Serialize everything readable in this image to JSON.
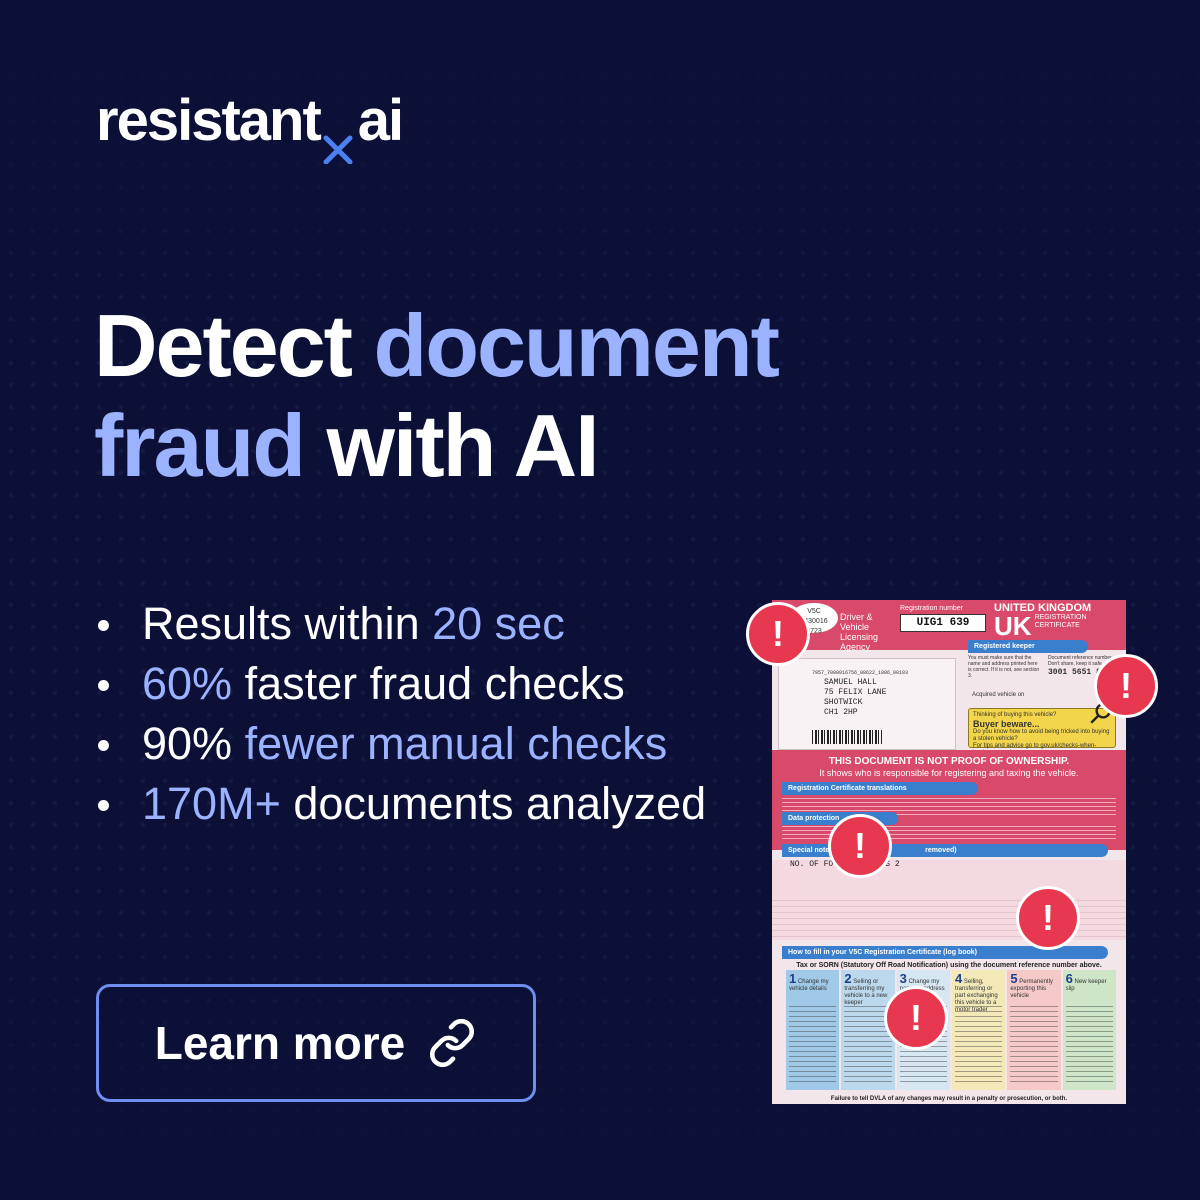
{
  "brand": {
    "name_part1": "resistant",
    "name_part2": "ai"
  },
  "headline": {
    "w1": "Detect",
    "w2": "document",
    "w3": "fraud",
    "w4": "with AI"
  },
  "bullets": [
    {
      "plain_before": "Results within ",
      "accent": "20 sec",
      "plain_after": ""
    },
    {
      "plain_before": "",
      "accent": "60%",
      "plain_after": " faster fraud checks"
    },
    {
      "plain_before": "90% ",
      "accent": "fewer manual checks",
      "plain_after": ""
    },
    {
      "plain_before": "",
      "accent": "170M+",
      "plain_after": " documents analyzed"
    }
  ],
  "cta": {
    "label": "Learn more",
    "icon": "link-icon"
  },
  "document": {
    "vsc": "V5C",
    "vsc_num": "4430016",
    "vsc_sub": "0723",
    "agency": "Driver & Vehicle Licensing Agency",
    "reg_label": "Registration number",
    "reg_number": "UIG1 639",
    "uk_line1": "UNITED KINGDOM",
    "uk_line2": "UK",
    "uk_line3": "REGISTRATION CERTIFICATE",
    "registered_keeper": "Registered keeper",
    "keeper_note": "You must make sure that the name and address printed here is correct. If it is not, see section 3.",
    "ref_label": "Document reference number",
    "ref_note": "Don't share, keep it safe",
    "ref_number": "3001 5651 86",
    "acquired": "Acquired vehicle on",
    "keeper_code": "7957_7000016756_08622_1086_00103",
    "keeper_name": "SAMUEL HALL",
    "keeper_addr1": "75 FELIX LANE",
    "keeper_addr2": "SHOTWICK",
    "keeper_addr3": "CH1 2HP",
    "buyer_q": "Thinking of buying this vehicle?",
    "buyer_beware": "Buyer beware...",
    "buyer_sub": "Do you know how to avoid being tricked into buying a stolen vehicle?",
    "buyer_link": "For tips and advice go to gov.uk/checks-when-buying-a-used-car",
    "not_proof": "THIS DOCUMENT IS NOT PROOF OF OWNERSHIP.",
    "not_proof_sub": "It shows who is responsible for registering and taxing the vehicle.",
    "translations": "Registration Certificate translations",
    "data_protection": "Data protection",
    "special_notes": "Special notes",
    "removed": "removed)",
    "notes_line": "NO. OF FO",
    "notes_line_end": "S 2",
    "howto": "How to fill in your V5C Registration Certificate (log book)",
    "howto_sub": "Tax or SORN (Statutory Off Road Notification) using the document reference number above.",
    "steps": [
      {
        "num": "1",
        "title": "Change my vehicle details",
        "color": "#9fc9e6"
      },
      {
        "num": "2",
        "title": "Selling or transferring my vehicle to a new keeper",
        "color": "#bcd8ec"
      },
      {
        "num": "3",
        "title": "Change my name or address",
        "color": "#d7e7f1"
      },
      {
        "num": "4",
        "title": "Selling, transferring or part exchanging this vehicle to a motor trader",
        "color": "#f2e8b8"
      },
      {
        "num": "5",
        "title": "Permanently exporting this vehicle",
        "color": "#f5c9c8"
      },
      {
        "num": "6",
        "title": "New keeper slip",
        "color": "#cfe5c7"
      }
    ],
    "footer": "Failure to tell DVLA of any changes may result in a penalty or prosecution, or both."
  },
  "colors": {
    "background": "#0c0f36",
    "accent_text": "#9bb3ff",
    "cta_border": "#6f8ff0",
    "alert": "#e8384f",
    "logo_x": "#4a80f0"
  },
  "alerts": [
    "alert-icon",
    "alert-icon",
    "alert-icon",
    "alert-icon",
    "alert-icon"
  ]
}
